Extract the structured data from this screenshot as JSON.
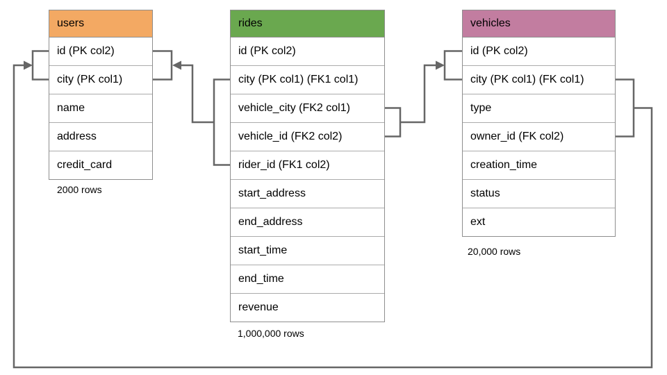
{
  "diagram": {
    "title": "database schema diagram",
    "line_color": "#666666",
    "tables": {
      "users": {
        "title": "users",
        "header_color": "#f3a963",
        "columns": [
          "id (PK col2)",
          "city (PK col1)",
          "name",
          "address",
          "credit_card"
        ],
        "row_count_label": "2000 rows"
      },
      "rides": {
        "title": "rides",
        "header_color": "#6aa84f",
        "columns": [
          "id (PK col2)",
          "city (PK col1) (FK1 col1)",
          "vehicle_city (FK2 col1)",
          "vehicle_id (FK2 col2)",
          "rider_id (FK1 col2)",
          "start_address",
          "end_address",
          "start_time",
          "end_time",
          "revenue"
        ],
        "row_count_label": "1,000,000 rows"
      },
      "vehicles": {
        "title": "vehicles",
        "header_color": "#c27da0",
        "columns": [
          "id (PK col2)",
          "city (PK col1) (FK col1)",
          "type",
          "owner_id (FK col2)",
          "creation_time",
          "status",
          "ext"
        ],
        "row_count_label": "20,000 rows"
      }
    },
    "relationships": [
      {
        "from_table": "rides",
        "from_columns": [
          "city (PK col1) (FK1 col1)",
          "rider_id (FK1 col2)"
        ],
        "to_table": "users",
        "to_columns": [
          "id (PK col2)",
          "city (PK col1)"
        ]
      },
      {
        "from_table": "rides",
        "from_columns": [
          "vehicle_city (FK2 col1)",
          "vehicle_id (FK2 col2)"
        ],
        "to_table": "vehicles",
        "to_columns": [
          "id (PK col2)",
          "city (PK col1) (FK col1)"
        ]
      },
      {
        "from_table": "vehicles",
        "from_columns": [
          "city (PK col1) (FK col1)",
          "owner_id (FK col2)"
        ],
        "to_table": "users",
        "to_columns": [
          "id (PK col2)",
          "city (PK col1)"
        ]
      }
    ]
  }
}
